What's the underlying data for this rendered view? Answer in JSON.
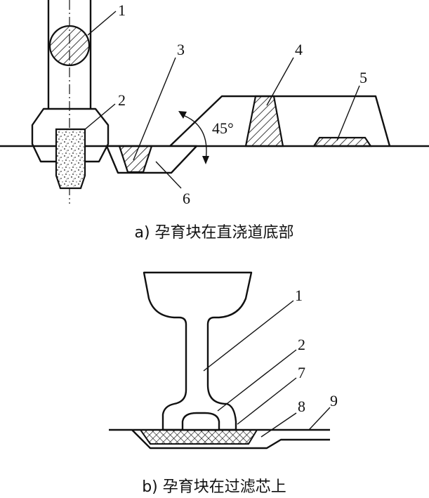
{
  "diagram_a": {
    "labels": [
      "1",
      "2",
      "3",
      "4",
      "5",
      "6"
    ],
    "angle": "45°",
    "caption": "a) 孕育块在直浇道底部"
  },
  "diagram_b": {
    "labels": [
      "1",
      "2",
      "7",
      "8",
      "9"
    ],
    "caption": "b) 孕育块在过滤芯上"
  }
}
